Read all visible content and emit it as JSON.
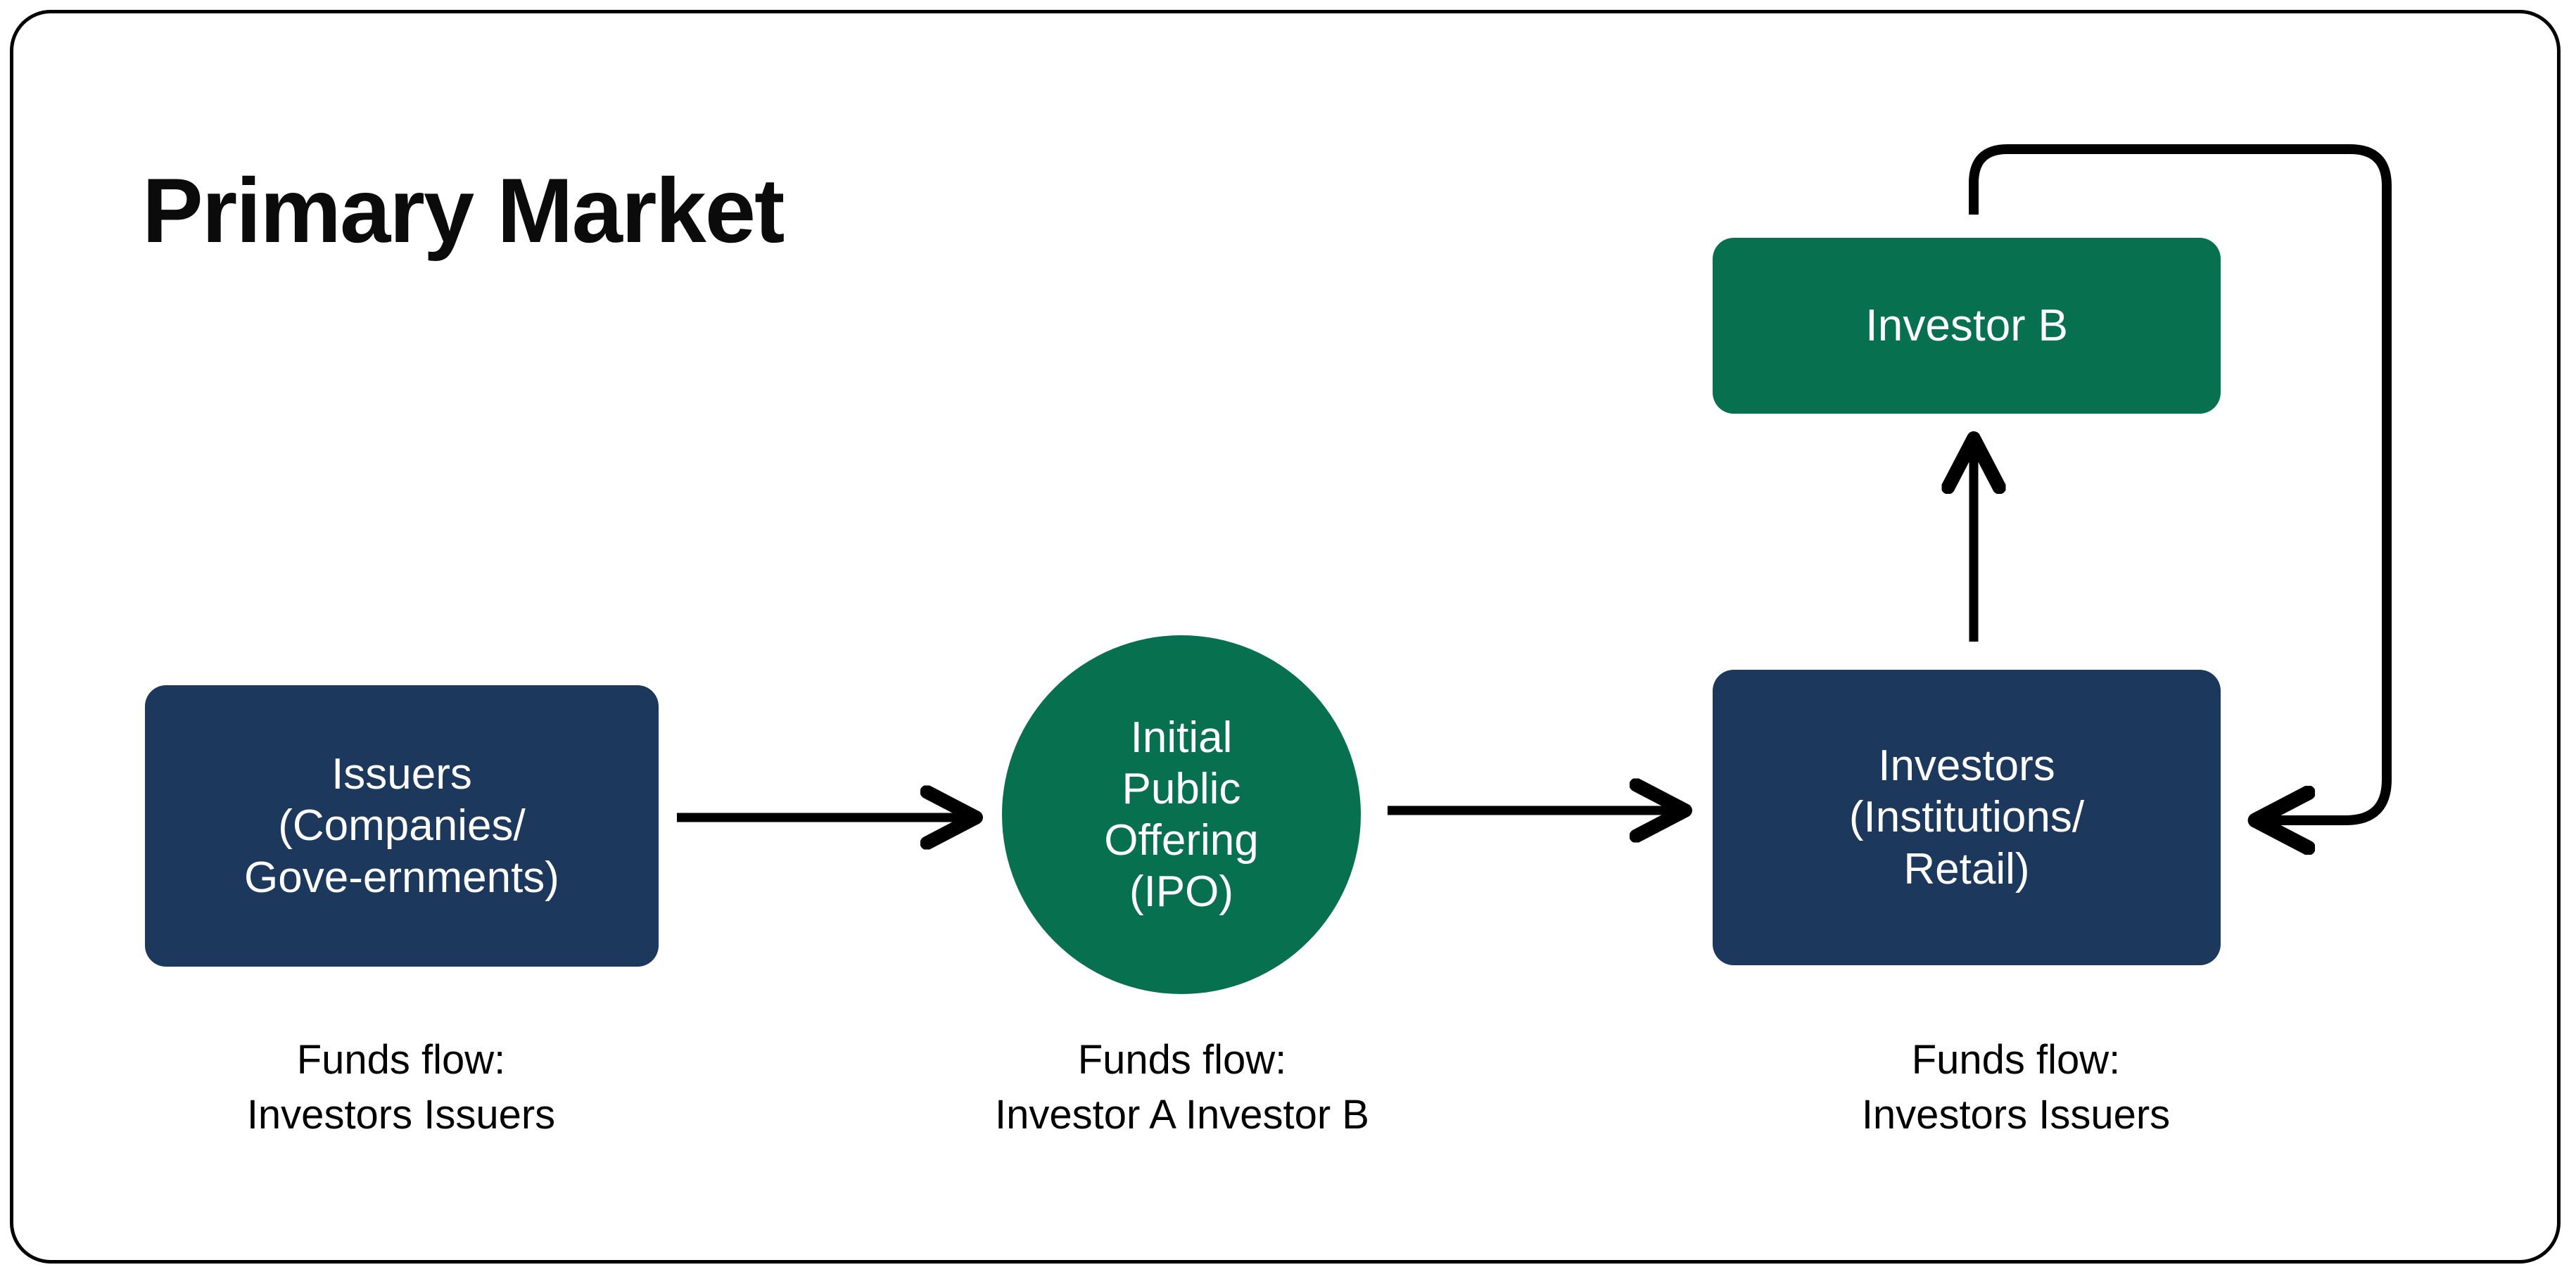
{
  "title": "Primary Market",
  "theme": {
    "navy": "#1c385c",
    "green": "#07704e",
    "stroke": "#000000",
    "background": "#ffffff",
    "text_on_fill": "#ffffff",
    "caption_text": "#000000"
  },
  "nodes": {
    "issuers": {
      "label": "Issuers\n(Companies/\nGove-ernments)",
      "shape": "rounded-rectangle",
      "fill": "#1c385c"
    },
    "ipo": {
      "label": "Initial\nPublic\nOffering\n(IPO)",
      "shape": "circle",
      "fill": "#07704e"
    },
    "investors": {
      "label": "Investors\n(Institutions/\nRetail)",
      "shape": "rounded-rectangle",
      "fill": "#1c385c"
    },
    "investor_b": {
      "label": "Investor B",
      "shape": "rounded-rectangle",
      "fill": "#07704e"
    }
  },
  "captions": {
    "left": "Funds flow:\nInvestors Issuers",
    "middle": "Funds flow:\nInvestor A Investor B",
    "right": "Funds flow:\nInvestors Issuers"
  },
  "connectors": [
    {
      "name": "issuers-to-ipo",
      "from": "issuers",
      "to": "ipo",
      "direction": "right",
      "arrowhead": true
    },
    {
      "name": "ipo-to-investors",
      "from": "ipo",
      "to": "investors",
      "direction": "right",
      "arrowhead": true
    },
    {
      "name": "investors-to-investor-b",
      "from": "investors",
      "to": "investor_b",
      "direction": "up",
      "arrowhead": true
    },
    {
      "name": "investor-b-loop-back-to-investors",
      "from": "investor_b",
      "to": "investors",
      "direction": "loop-right",
      "arrowhead": true
    }
  ]
}
